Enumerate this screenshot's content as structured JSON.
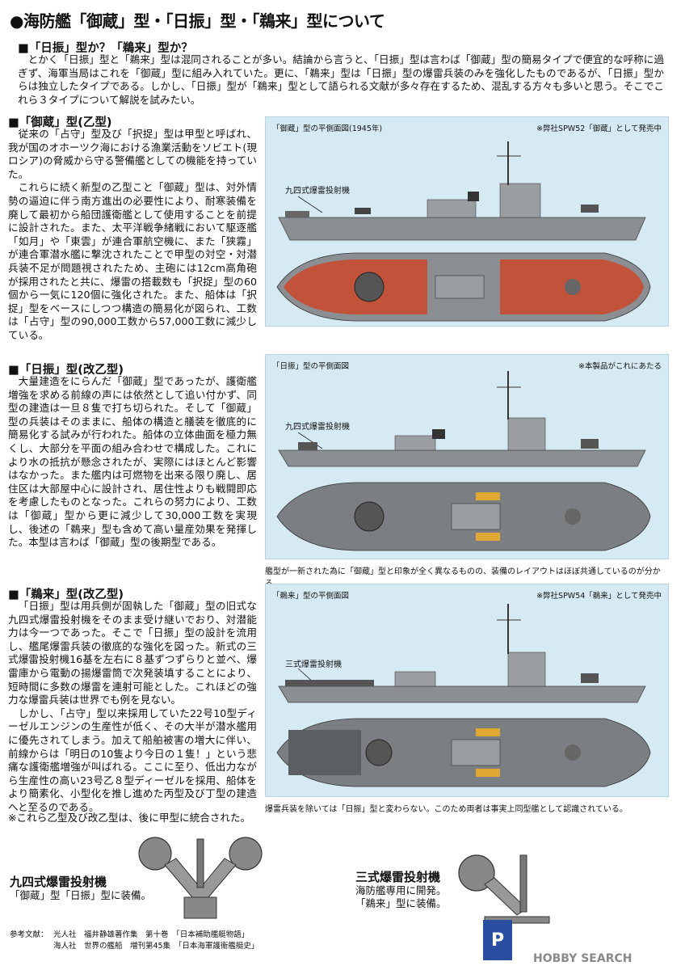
{
  "title": "●海防艦「御蔵」型・「日振」型・「鵜来」型について",
  "intro": {
    "heading": "■「日振」型か？「鵜来」型か？",
    "text": "とかく「日振」型と「鵜来」型は混同されることが多い。結論から言うと、「日振」型は言わば「御蔵」型の簡易タイプで便宜的な呼称に過ぎず、海軍当局はこれを「御蔵」型に組み入れていた。更に、「鵜来」型は「日振」型の爆雷兵装のみを強化したものであるが、「日振」型からは独立したタイプである。しかし、「日振」型が「鵜来」型として語られる文献が多々存在するため、混乱する方々も多いと思う。そこでこれら３タイプについて解説を試みたい。"
  },
  "sections": [
    {
      "heading": "■「御蔵」型(乙型)",
      "paragraphs": [
        "従来の「占守」型及び「択捉」型は甲型と呼ばれ、我が国のオホーツク海における漁業活動をソビエト(現ロシア)の脅威から守る警備艦としての機能を持っていた。",
        "これらに続く新型の乙型こと「御蔵」型は、対外情勢の逼迫に伴う南方進出の必要性により、耐寒装備を廃して最初から船団護衛艦として使用することを前提に設計された。また、太平洋戦争緒戦において駆逐艦「如月」や「東雲」が連合軍航空機に、また「狭霧」が連合軍潜水艦に撃沈されたことで甲型の対空・対潜兵装不足が問題視されたため、主砲には12cm高角砲が採用されたと共に、爆雷の搭載数も「択捉」型の60個から一気に120個に強化された。また、船体は「択捉」型をベースにしつつ構造の簡易化が図られ、工数は「占守」型の90,000工数から57,000工数に減少している。"
      ]
    },
    {
      "heading": "■「日振」型(改乙型)",
      "paragraphs": [
        "大量建造をにらんだ「御蔵」型であったが、護衛艦増強を求める前線の声には依然として追い付かず、同型の建造は一旦８隻で打ち切られた。そして「御蔵」型の兵装はそのままに、船体の構造と艤装を徹底的に簡易化する試みが行われた。船体の立体曲面を極力無くし、大部分を平面の組み合わせで構成した。これにより水の抵抗が懸念されたが、実際にはほとんど影響はなかった。また艦内は可燃物を出来る限り廃し、居住区は大部屋中心に設計され、居住性よりも戦闘即応を考慮したものとなった。これらの努力により、工数は「御蔵」型から更に減少して30,000工数を実現し、後述の「鵜来」型も含めて高い量産効果を発揮した。本型は言わば「御蔵」型の後期型である。"
      ]
    },
    {
      "heading": "■「鵜来」型(改乙型)",
      "paragraphs": [
        "「日振」型は用兵側が固執した「御蔵」型の旧式な九四式爆雷投射機をそのまま受け継いでおり、対潜能力は今一つであった。そこで「日振」型の設計を流用し、艦尾爆雷兵装の徹底的な強化を図った。新式の三式爆雷投射機16基を左右に８基ずつずらりと並べ、爆雷庫から電動の揚爆雷筒で次発装填することにより、短時間に多数の爆雷を連射可能とした。これほどの強力な爆雷兵装は世界でも例を見ない。",
        "しかし、「占守」型以来採用していた22号10型ディーゼルエンジンの生産性が低く、その大半が潜水艦用に優先されてしまう。加えて船舶被害の増大に伴い、前線からは「明日の10隻より今日の１隻！」という悲痛な護衛艦増強が叫ばれる。ここに至り、低出力ながら生産性の高い23号乙８型ディーゼルを採用、船体をより簡素化、小型化を推し進めた丙型及び丁型の建造へと至るのである。"
      ]
    }
  ],
  "note": "※これら乙型及び改乙型は、後に甲型に統合された。",
  "panels": [
    {
      "title": "「御蔵」型の平側面図(1945年)",
      "note": "※弊社SPW52「御蔵」として発売中",
      "callout": "九四式爆雷投射機",
      "deck_color": "#c0533a"
    },
    {
      "title": "「日振」型の平側面図",
      "note": "※本製品がこれにあたる",
      "callout": "九四式爆雷投射機",
      "deck_color": "#7b7f83",
      "caption": "艦型が一新された為に「御蔵」型と印象が全く異なるものの、装備のレイアウトはほぼ共通しているのが分かる。"
    },
    {
      "title": "「鵜来」型の平側面図",
      "note": "※弊社SPW54「鵜来」として発売中",
      "callout": "三式爆雷投射機",
      "deck_color": "#7b7f83",
      "caption": "爆雷兵装を除いては「日振」型と変わらない。このため両者は事実上同型艦として認識されている。"
    }
  ],
  "guns": [
    {
      "title": "九四式爆雷投射機",
      "text": "「御蔵」型「日振」型に装備。"
    },
    {
      "title": "三式爆雷投射機",
      "lines": [
        "海防艦専用に開発。",
        "「鵜来」型に装備。"
      ]
    }
  ],
  "references": {
    "label": "参考文献：",
    "lines": [
      "光人社　福井静雄著作集　第十巻　「日本補助艦艇物語」",
      "海人社　世界の艦船　増刊第45集　「日本海軍護衛艦艇史」"
    ]
  },
  "watermark": "HOBBY SEARCH",
  "colors": {
    "panel_bg": "#d6eaf3",
    "hull": "#8b8f93",
    "deck_red": "#c0533a"
  }
}
